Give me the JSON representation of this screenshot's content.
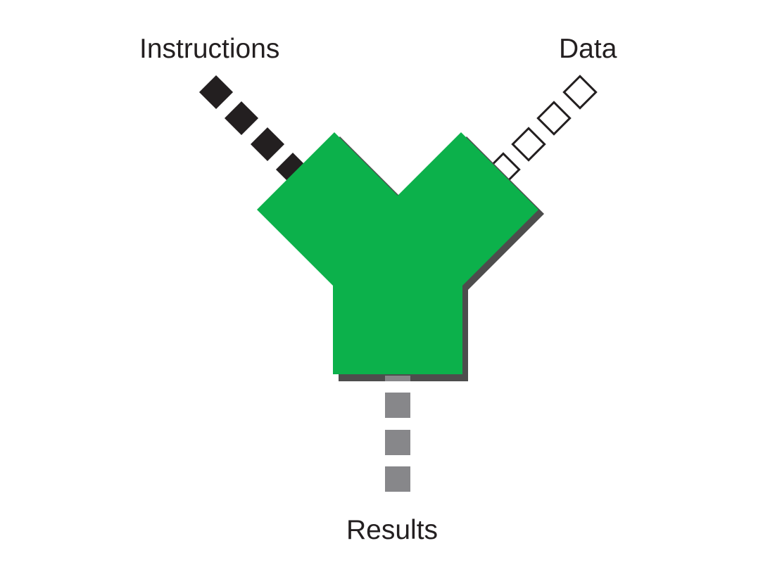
{
  "labels": {
    "instructions": "Instructions",
    "data": "Data",
    "results": "Results"
  },
  "colors": {
    "funnel": "#0cb14b",
    "shadow": "#4d4d4d",
    "instruction_token": "#231f20",
    "data_token_fill": "#ffffff",
    "data_token_stroke": "#231f20",
    "result_token": "#87878a",
    "text": "#231f20"
  }
}
